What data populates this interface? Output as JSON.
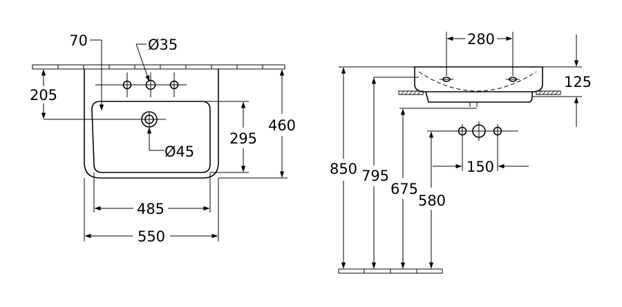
{
  "front_view": {
    "dim_offset": "70",
    "dim_tap_hole": "Ø35",
    "dim_depth_to_tap": "205",
    "dim_drain": "Ø45",
    "dim_bowl_depth": "295",
    "dim_total_depth": "460",
    "dim_bowl_width": "485",
    "dim_total_width": "550"
  },
  "side_view": {
    "dim_hole_spacing": "280",
    "dim_basin_height": "125",
    "dim_rim_height": "850",
    "dim_bowl_height": "795",
    "dim_underside_height": "675",
    "dim_supply_height": "580",
    "dim_supply_spacing": "150"
  }
}
